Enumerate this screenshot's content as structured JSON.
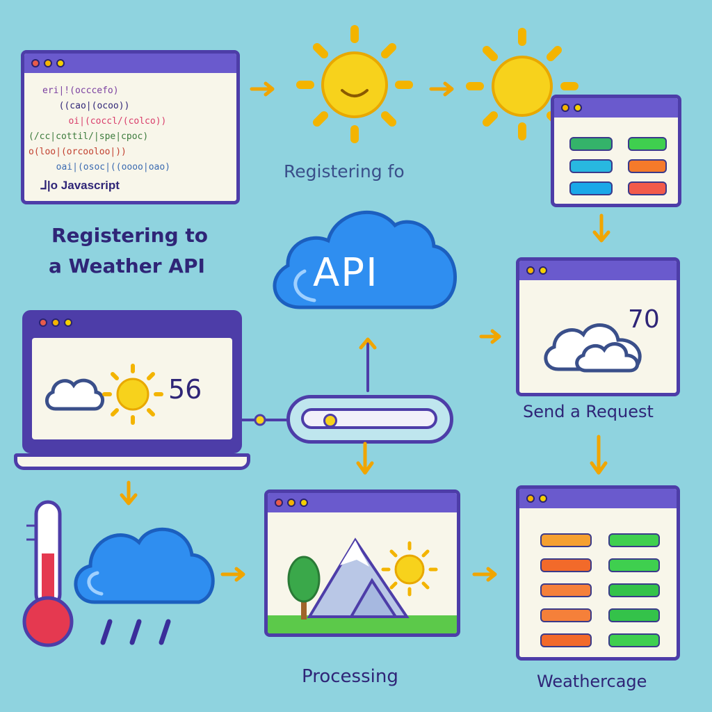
{
  "labels": {
    "registering_to": "Registering to",
    "weather_api": "a Weather API",
    "registering_for": "Registering fo",
    "api": "API",
    "temperature_70": "70",
    "temperature_56": "56",
    "send_request": "Send a Request",
    "processing": "Processing",
    "weatherpage": "Weathercage"
  },
  "code_lines": [
    "eri|!(occcefo)",
    "  ((cao|(ocoo))",
    "   oi|(coccl/(colco))",
    "(/cc|cottil/|spe|cpoc)",
    "o(loo|(orcooloo|))",
    "  oai|(osoc|((oooo|oao)",
    "  ⅃|o Javascript"
  ],
  "colors": {
    "background": "#8fd3df",
    "window_border": "#4d3da8",
    "window_bar": "#6a5acd",
    "sun": "#f7d21c",
    "sun_ray": "#f3b400",
    "cloud": "#2f8ef0",
    "arrow": "#f0a500",
    "text": "#2f2577"
  }
}
